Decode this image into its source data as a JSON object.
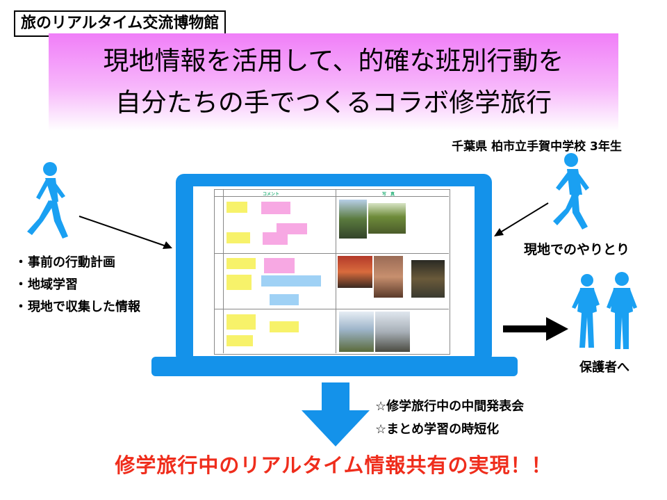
{
  "museum_label": "旅のリアルタイム交流博物館",
  "headline": {
    "line1": "現地情報を活用して、的確な班別行動を",
    "line2": "自分たちの手でつくるコラボ修学旅行"
  },
  "school_name": "千葉県 柏市立手賀中学校 3年生",
  "left_list": {
    "bullet": "・",
    "items": [
      "事前の行動計画",
      "地域学習",
      "現地で収集した情報"
    ]
  },
  "onsite_label": "現地でのやりとり",
  "parents_label": "保護者へ",
  "screen": {
    "header_comment": "コメント",
    "header_photo": "写　真"
  },
  "benefits": [
    "☆修学旅行中の中間発表会",
    "☆まとめ学習の時短化"
  ],
  "conclusion": "修学旅行中のリアルタイム情報共有の実現！！",
  "colors": {
    "laptop_blue": "#1492ea",
    "figure_blue": "#1aa0f2",
    "conclusion_red": "#ef2d1c",
    "headline_magenta": "#f07ef8"
  }
}
